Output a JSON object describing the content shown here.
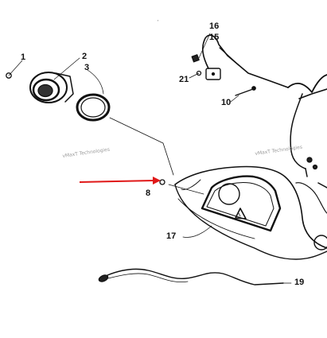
{
  "diagram": {
    "callouts": {
      "c1": "1",
      "c2": "2",
      "c3": "3",
      "c8": "8",
      "c10": "10",
      "c15": "15",
      "c16": "16",
      "c17": "17",
      "c19": "19",
      "c21": "21"
    },
    "watermark_left": "vMaxT Technologies",
    "watermark_right": "vMaxT Technologies",
    "colors": {
      "ink": "#111111",
      "arrow": "#e01818",
      "watermark": "#8a8a8a"
    }
  }
}
